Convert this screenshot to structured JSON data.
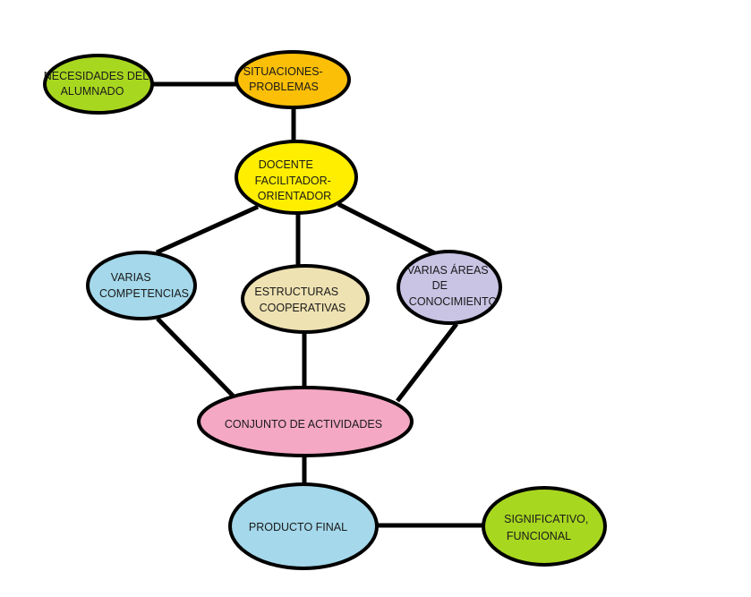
{
  "nodes": {
    "necesidades": {
      "lines": [
        "NECESIDADES DEL",
        "ALUMNADO"
      ],
      "color": "#a8d720"
    },
    "situaciones": {
      "lines": [
        "SITUACIONES-",
        "PROBLEMAS"
      ],
      "color": "#fbbf08"
    },
    "docente": {
      "lines": [
        "DOCENTE",
        "FACILITADOR-",
        "ORIENTADOR"
      ],
      "color": "#ffee00"
    },
    "competencias": {
      "lines": [
        "VARIAS",
        "COMPETENCIAS"
      ],
      "color": "#a4d8ea"
    },
    "estructuras": {
      "lines": [
        "ESTRUCTURAS",
        "COOPERATIVAS"
      ],
      "color": "#efe2b2"
    },
    "areas": {
      "lines": [
        "VARIAS ÁREAS",
        "DE",
        "CONOCIMIENTO"
      ],
      "color": "#c9c3e4"
    },
    "conjunto": {
      "lines": [
        "CONJUNTO DE ACTIVIDADES"
      ],
      "color": "#f4a8c4"
    },
    "producto": {
      "lines": [
        "PRODUCTO FINAL"
      ],
      "color": "#a4d8ea"
    },
    "significativo": {
      "lines": [
        "SIGNIFICATIVO,",
        "FUNCIONAL"
      ],
      "color": "#a8d720"
    }
  },
  "edges": [
    [
      "necesidades",
      "situaciones"
    ],
    [
      "situaciones",
      "docente"
    ],
    [
      "docente",
      "competencias"
    ],
    [
      "docente",
      "estructuras"
    ],
    [
      "docente",
      "areas"
    ],
    [
      "competencias",
      "conjunto"
    ],
    [
      "estructuras",
      "conjunto"
    ],
    [
      "areas",
      "conjunto"
    ],
    [
      "conjunto",
      "producto"
    ],
    [
      "producto",
      "significativo"
    ]
  ]
}
